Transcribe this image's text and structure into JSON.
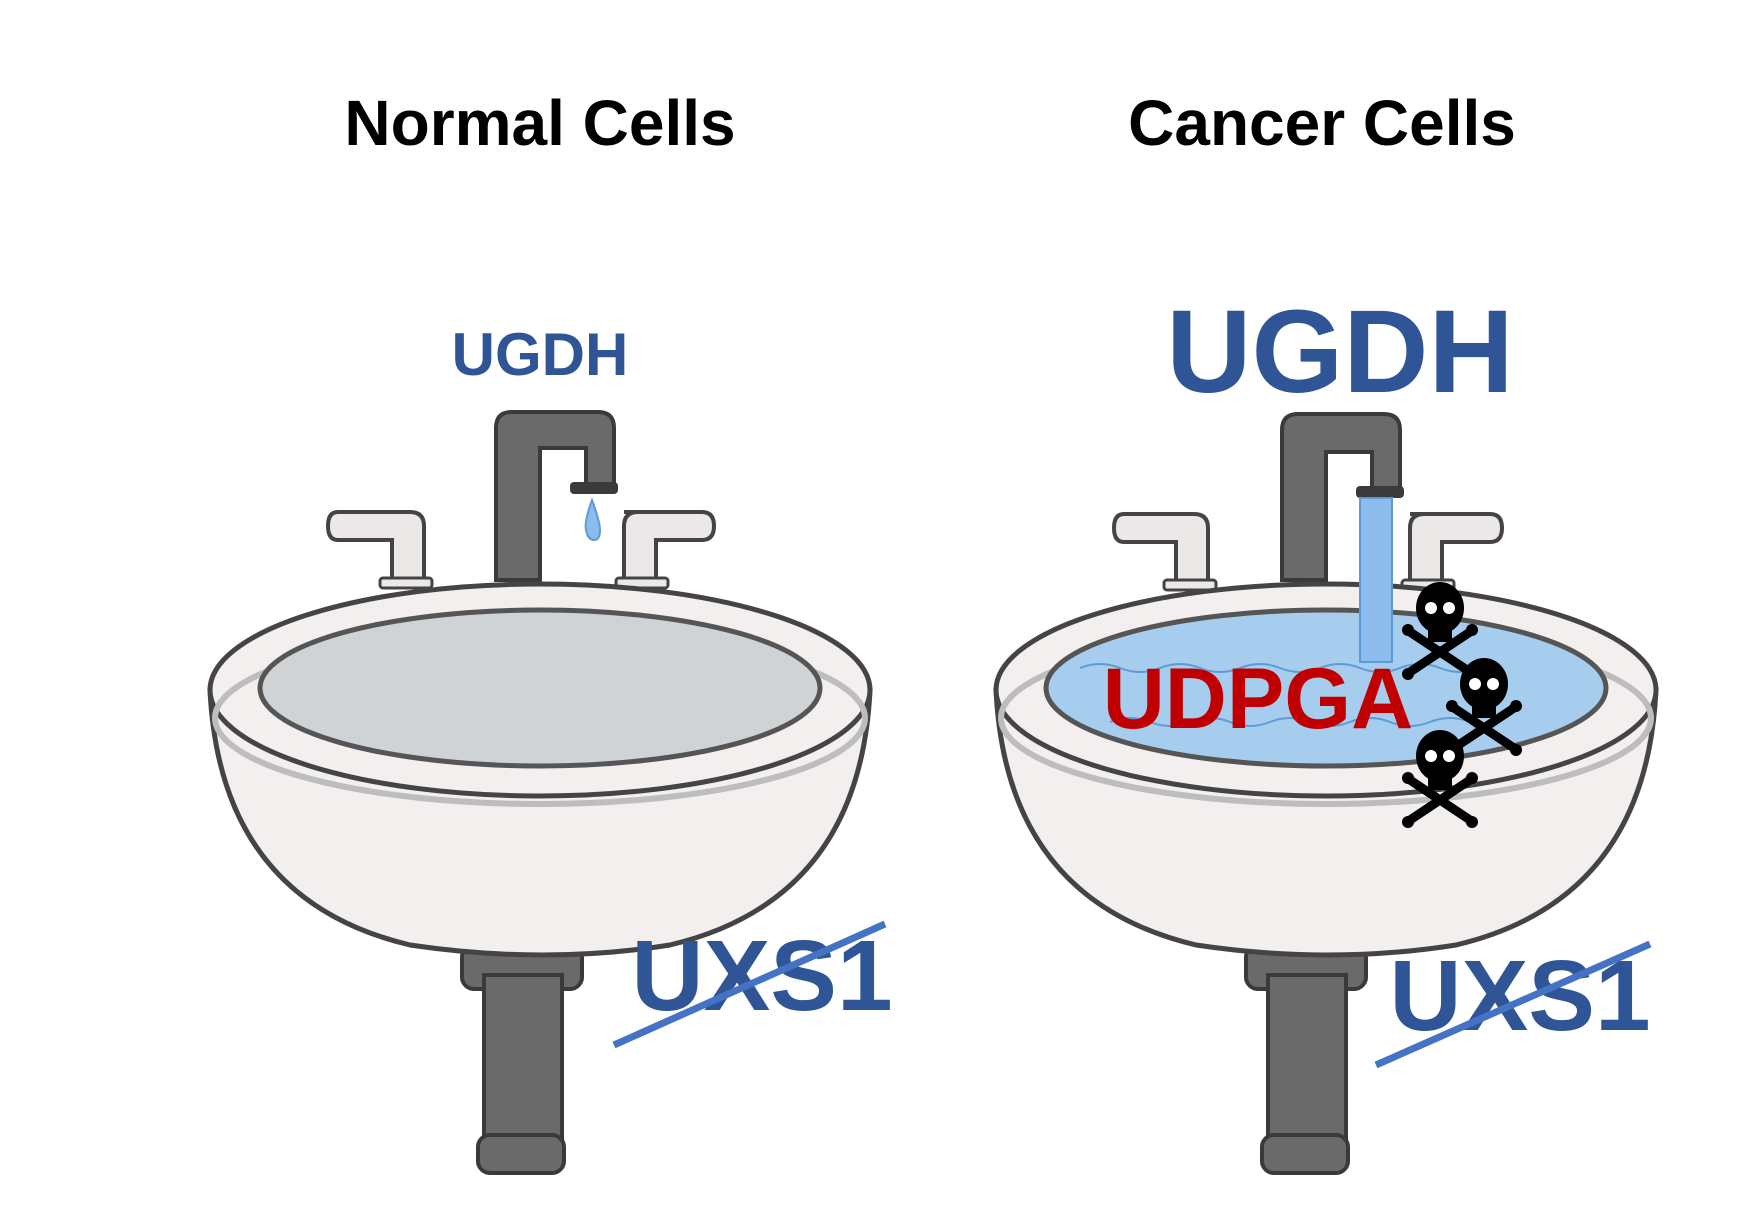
{
  "panels": [
    {
      "title": "Normal Cells",
      "inflow_label": "UGDH",
      "outflow_label": "UXS1",
      "outflow_crossed": true,
      "flow": "drip"
    },
    {
      "title": "Cancer Cells",
      "inflow_label": "UGDH",
      "outflow_label": "UXS1",
      "outflow_crossed": true,
      "flow": "stream",
      "accumulated_label": "UDPGA",
      "toxicity_markers": 3
    }
  ],
  "colors": {
    "text_dark": "#000000",
    "enzyme_blue": "#2f5597",
    "strike_blue": "#4472c4",
    "metabolite_red": "#c00000",
    "pipe_gray": "#6a6a6a",
    "pipe_dark": "#3a3a3a",
    "porcelain": "#f2efee",
    "porcelain_shade": "#dcdcdc",
    "basin_gray": "#d0d3d6",
    "water_blue": "#a6cdee",
    "water_line": "#5e9bd6"
  }
}
